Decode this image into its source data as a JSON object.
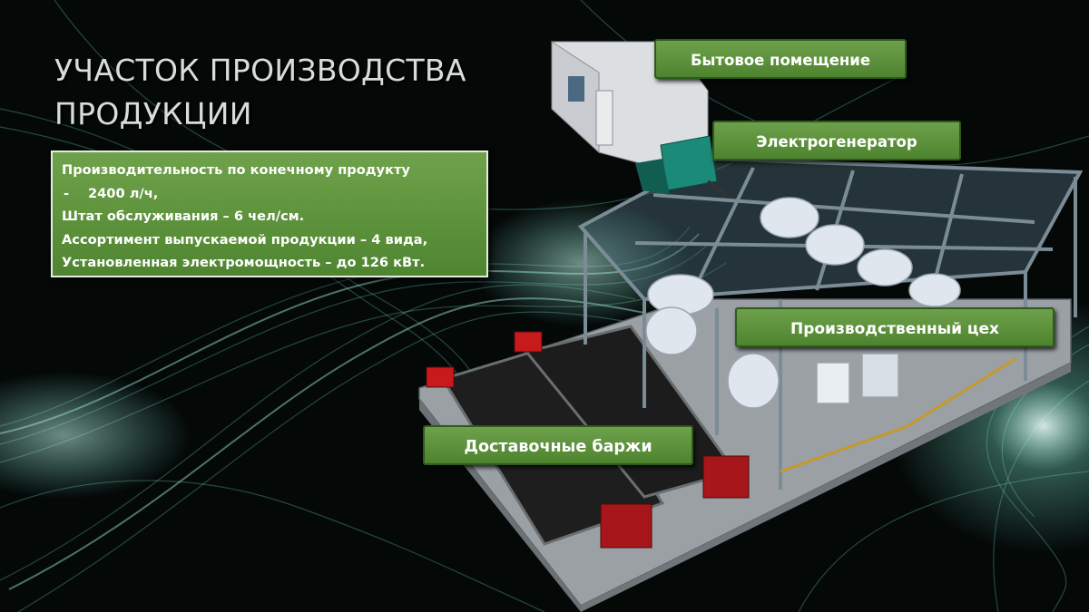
{
  "slide": {
    "title_lines": [
      "УЧАСТОК ПРОИЗВОДСТВА",
      "ПРОДУКЦИИ"
    ]
  },
  "info": {
    "lines": [
      "Производительность по конечному продукту",
      "2400 л/ч,",
      "Штат обслуживания – 6 чел/см.",
      "Ассортимент выпускаемой продукции – 4 вида,",
      "Установленная электромощность – до 126 кВт."
    ],
    "bullet": "-"
  },
  "labels": {
    "household": "Бытовое помещение",
    "generator": "Электрогенератор",
    "workshop": "Производственный цех",
    "barges": "Доставочные баржи"
  },
  "colors": {
    "background": "#040908",
    "glow": "#7fe8d0",
    "box_green": "#5e923d",
    "box_border": "#e6ecde",
    "text_white": "#ffffff",
    "title_gray": "#d9dcdb"
  }
}
